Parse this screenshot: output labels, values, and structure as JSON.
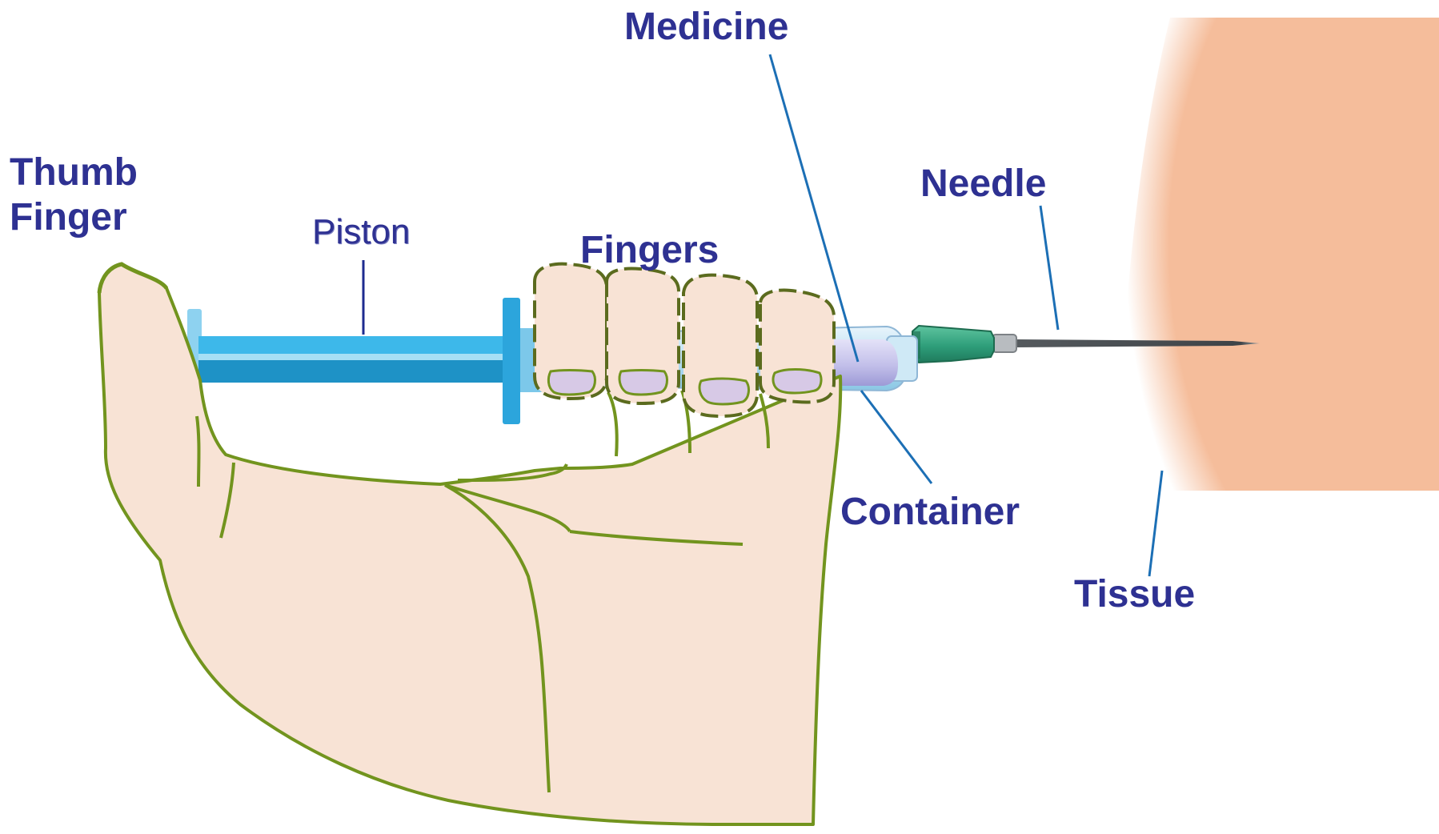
{
  "labels": {
    "thumb_finger": "Thumb\nFinger",
    "piston": "Piston",
    "fingers": "Fingers",
    "medicine": "Medicine",
    "needle": "Needle",
    "container": "Container",
    "tissue": "Tissue"
  },
  "colors": {
    "label_text": "#2e3192",
    "leader_line": "#1c6fb5",
    "hand_fill": "#f8e3d5",
    "hand_outline": "#72941e",
    "piston_blue": "#2aa3dc",
    "barrel_lavender": "#c9c6ee",
    "needle_hub_green": "#2e9e7a",
    "tissue_fill": "#f5bd9b"
  }
}
